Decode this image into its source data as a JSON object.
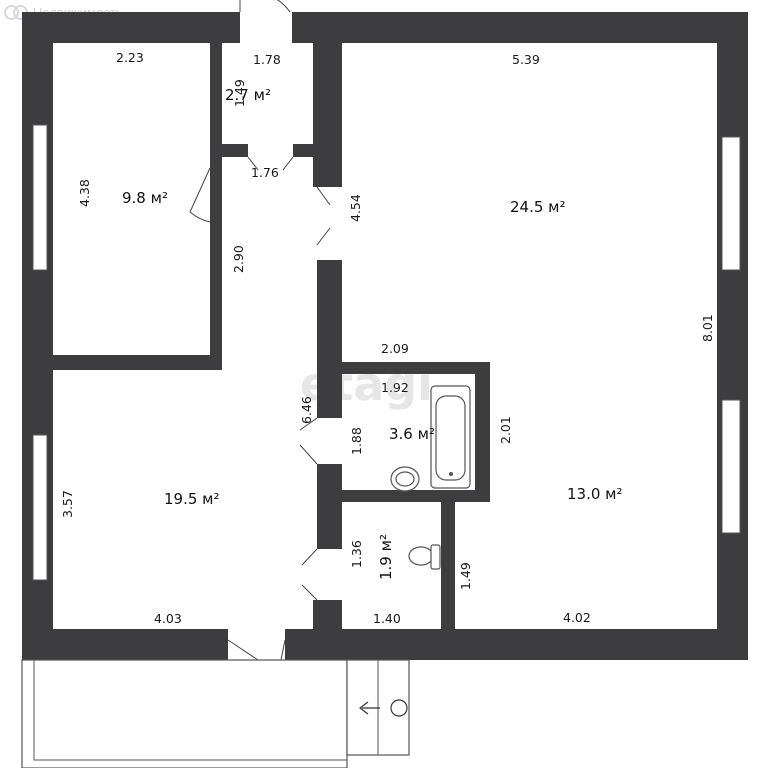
{
  "brand": {
    "text": "Недвижимость",
    "logo_icon": "two-rings-logo"
  },
  "watermark": "etagi",
  "rooms": [
    {
      "id": "bedroom-left",
      "area": "9.8 м²"
    },
    {
      "id": "hall-closet",
      "area": "2.7 м²"
    },
    {
      "id": "living-room",
      "area": "24.5 м²"
    },
    {
      "id": "bathroom",
      "area": "3.6 м²"
    },
    {
      "id": "kitchen",
      "area": "19.5 м²"
    },
    {
      "id": "toilet",
      "area": "1.9 м²"
    },
    {
      "id": "room-right",
      "area": "13.0 м²"
    }
  ],
  "dimensions": [
    "2.23",
    "1.78",
    "1.49",
    "1.76",
    "4.38",
    "2.90",
    "5.39",
    "4.54",
    "8.01",
    "2.09",
    "1.92",
    "6.46",
    "1.88",
    "2.01",
    "3.57",
    "1.36",
    "1.40",
    "1.49",
    "4.03",
    "4.02"
  ],
  "colors": {
    "wall": "#3d3d3f",
    "background": "#ffffff"
  }
}
